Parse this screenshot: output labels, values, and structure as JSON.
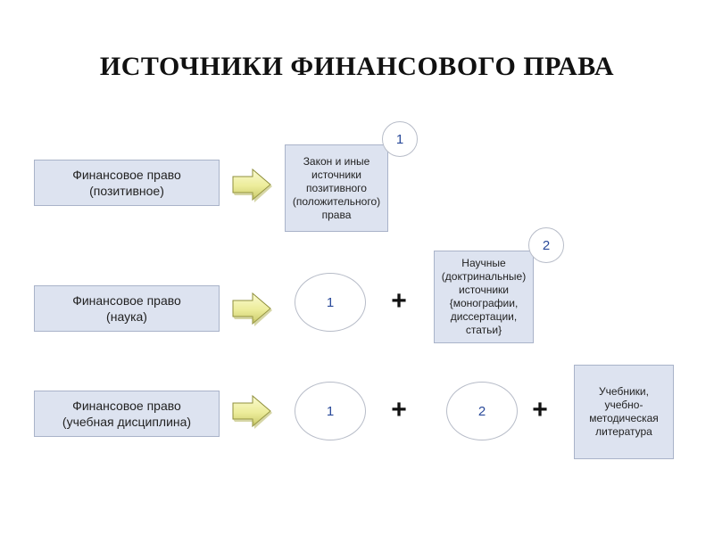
{
  "title": "ИСТОЧНИКИ ФИНАНСОВОГО ПРАВА",
  "rows": [
    {
      "label": "Финансовое право\n(позитивное)"
    },
    {
      "label": "Финансовое право\n(наука)"
    },
    {
      "label": "Финансовое право\n(учебная дисциплина)"
    }
  ],
  "sources": {
    "positive": "Закон и иные\nисточники\nпозитивного\n(положительного)\nправа",
    "doctrinal": "Научные\n(доктринальные)\nисточники\n{монографии,\nдиссертации,\nстатьи}",
    "educational": "Учебники,\nучебно-\nметодическая\nлитература"
  },
  "markers": {
    "one": "1",
    "two": "2"
  },
  "operators": {
    "plus": "+"
  },
  "icons": {
    "arrow": "right-arrow-icon"
  },
  "colors": {
    "box_fill": "#dde3f0",
    "number_text": "#2a4a9a",
    "arrow_fill": "#ecec9a"
  }
}
